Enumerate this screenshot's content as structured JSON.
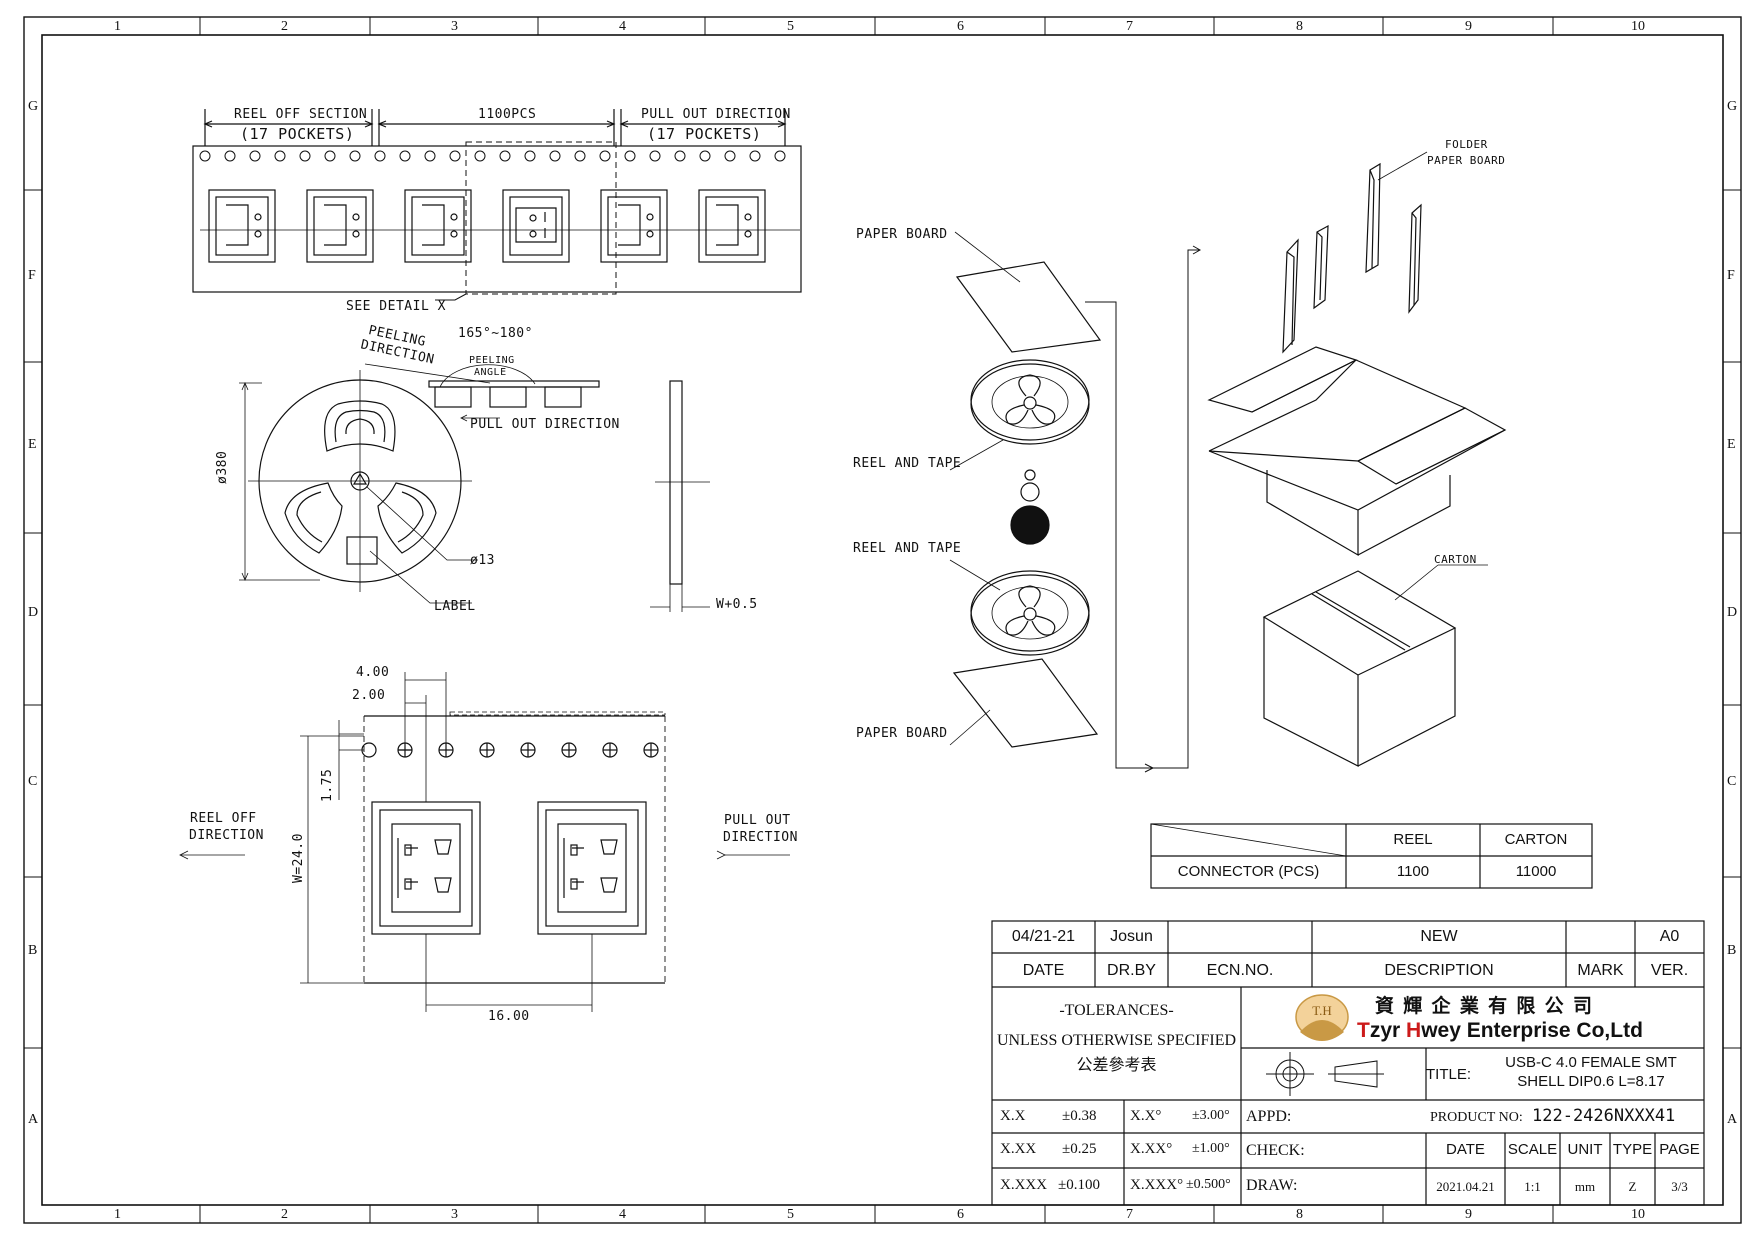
{
  "zones": {
    "columns": [
      "1",
      "2",
      "3",
      "4",
      "5",
      "6",
      "7",
      "8",
      "9",
      "10"
    ],
    "rows": [
      "G",
      "F",
      "E",
      "D",
      "C",
      "B",
      "A"
    ]
  },
  "tape": {
    "reel_off_section": "REEL OFF SECTION",
    "reel_off_pockets": "(17 POCKETS)",
    "qty": "1100PCS",
    "pull_out_direction": "PULL OUT DIRECTION",
    "pull_out_pockets": "(17 POCKETS)",
    "see_detail": "SEE DETAIL X"
  },
  "reel": {
    "peeling_direction_1": "PEELING",
    "peeling_direction_2": "DIRECTION",
    "angle_range": "165°~180°",
    "peeling_angle_1": "PEELING",
    "peeling_angle_2": "ANGLE",
    "pull_out_direction": "PULL OUT DIRECTION",
    "diameter": "ø380",
    "hub": "ø13",
    "label": "LABEL",
    "width": "W+0.5"
  },
  "detail": {
    "dim_4": "4.00",
    "dim_2": "2.00",
    "dim_175": "1.75",
    "dim_w": "W=24.0",
    "dim_16": "16.00",
    "reel_off_1": "REEL OFF",
    "reel_off_2": "DIRECTION",
    "pull_out_1": "PULL OUT",
    "pull_out_2": "DIRECTION"
  },
  "packing": {
    "folder_1": "FOLDER",
    "folder_2": "PAPER BOARD",
    "paper_board_top": "PAPER BOARD",
    "reel_tape_1": "REEL AND TAPE",
    "reel_tape_2": "REEL AND TAPE",
    "paper_board_bottom": "PAPER BOARD",
    "carton": "CARTON"
  },
  "qty_table": {
    "col_reel": "REEL",
    "col_carton": "CARTON",
    "row_label": "CONNECTOR (PCS)",
    "reel_qty": "1100",
    "carton_qty": "11000"
  },
  "title_block": {
    "rev_date": "04/21-21",
    "rev_drby": "Josun",
    "rev_ecn": "",
    "rev_desc": "NEW",
    "rev_mark": "",
    "rev_ver": "A0",
    "h_date": "DATE",
    "h_drby": "DR.BY",
    "h_ecn": "ECN.NO.",
    "h_desc": "DESCRIPTION",
    "h_mark": "MARK",
    "h_ver": "VER.",
    "tol_1": "-TOLERANCES-",
    "tol_2": "UNLESS OTHERWISE SPECIFIED",
    "tol_3": "公差參考表",
    "company_cn": "資 輝 企 業 有 限 公 司",
    "logo_text": "T.H",
    "company_en_t": "T",
    "company_en_1": "zyr ",
    "company_en_h": "H",
    "company_en_2": "wey Enterprise Co,Ltd",
    "title_label": "TITLE:",
    "title_1": "USB-C 4.0 FEMALE SMT",
    "title_2": "SHELL DIP0.6 L=8.17",
    "tol_x": "X.X",
    "tol_x_v": "±0.38",
    "tol_xa": "X.X°",
    "tol_xa_v": "±3.00°",
    "tol_xx": "X.XX",
    "tol_xx_v": "±0.25",
    "tol_xxa": "X.XX°",
    "tol_xxa_v": "±1.00°",
    "tol_xxx": "X.XXX",
    "tol_xxx_v": "±0.100",
    "tol_xxxa": "X.XXX°",
    "tol_xxxa_v": "±0.500°",
    "appd": "APPD:",
    "check": "CHECK:",
    "draw": "DRAW:",
    "product_no_label": "PRODUCT NO:",
    "product_no": "122-2426NXXX41",
    "h_date2": "DATE",
    "h_scale": "SCALE",
    "h_unit": "UNIT",
    "h_type": "TYPE",
    "h_page": "PAGE",
    "date": "2021.04.21",
    "scale": "1:1",
    "unit": "mm",
    "type": "Z",
    "page": "3/3"
  }
}
